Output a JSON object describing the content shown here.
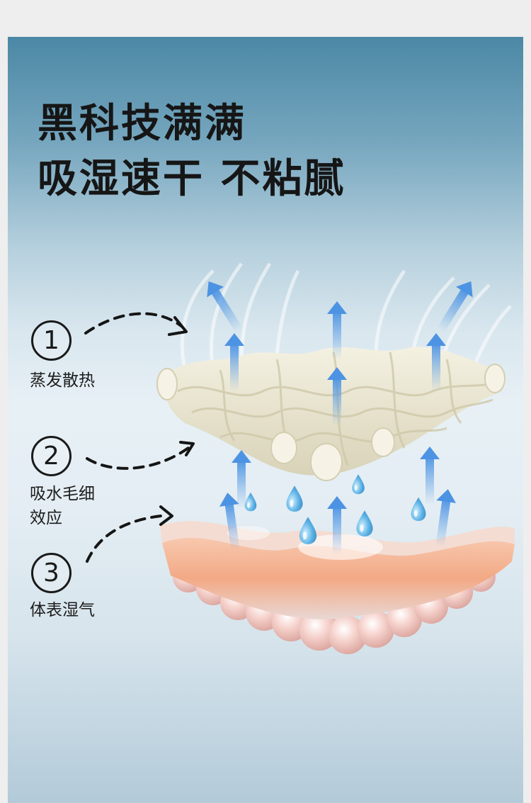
{
  "headline": {
    "line1": "黑科技满满",
    "line2": "吸湿速干 不粘腻"
  },
  "steps": [
    {
      "number": "1",
      "label_lines": [
        "蒸发散热"
      ]
    },
    {
      "number": "2",
      "label_lines": [
        "吸水毛细",
        "效应"
      ]
    },
    {
      "number": "3",
      "label_lines": [
        "体表湿气"
      ]
    }
  ],
  "colors": {
    "panel_top": "#4b88a5",
    "panel_bottom": "#b3cad8",
    "text": "#161616",
    "arrow_blue": "#5b9fe6",
    "fabric": "#e9e5d0",
    "skin": "#f3b49a",
    "droplet": "#4fa6dc"
  },
  "icons": [
    "dashed-curve-arrow-icon",
    "blue-up-arrow-icon",
    "water-droplet-icon"
  ]
}
